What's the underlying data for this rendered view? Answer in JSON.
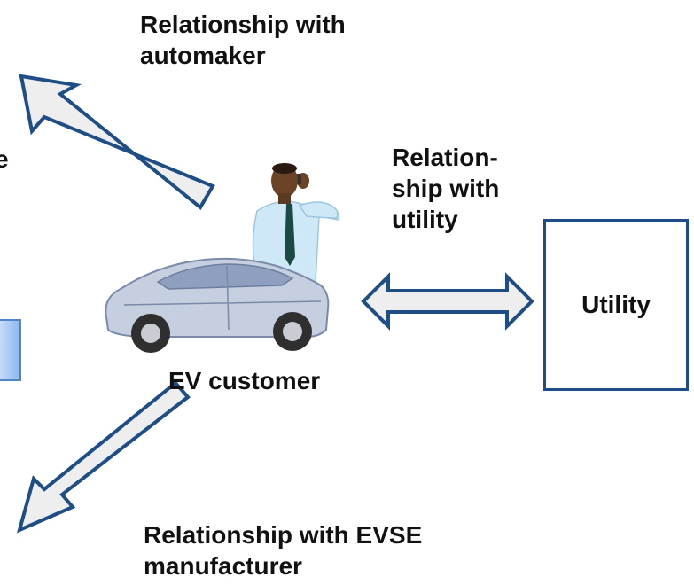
{
  "labels": {
    "automaker": "Relationship with\nautomaker",
    "utility_relationship": "Relation-\nship with\nutility",
    "evse": "Relationship with EVSE\nmanufacturer",
    "customer": "EV customer",
    "partial_left": "e"
  },
  "utility_box": {
    "label": "Utility"
  },
  "colors": {
    "arrow_fill": "#eeeeee",
    "arrow_stroke": "#1f4e86",
    "box_stroke": "#1f4e86",
    "left_box_fill": "#a9c8f2"
  },
  "icons": {
    "customer": "person-on-phone-with-car-icon"
  }
}
